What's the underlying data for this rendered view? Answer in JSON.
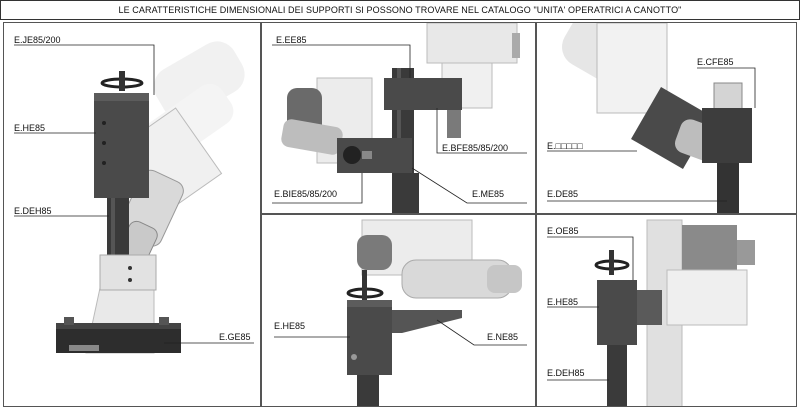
{
  "header": {
    "text": "LE CARATTERISTICHE DIMENSIONALI DEI SUPPORTI SI POSSONO TROVARE NEL CATALOGO \"UNITA' OPERATRICI A CANOTTO\""
  },
  "panels": [
    {
      "labels": [
        "E.JE85/200",
        "E.HE85",
        "E.DEH85",
        "E.GE85"
      ]
    },
    {
      "labels": [
        "E.EE85",
        "E.BFE85/85/200",
        "E.BIE85/85/200",
        "E.ME85"
      ]
    },
    {
      "labels": [
        "E.CFE85",
        "E.□□□□□",
        "E.DE85"
      ]
    },
    {
      "labels": [
        "E.HE85",
        "E.NE85"
      ]
    },
    {
      "labels": [
        "E.OE85",
        "E.HE85",
        "E.DEH85"
      ]
    }
  ],
  "colors": {
    "column": "#3a3a3a",
    "block": "#4a4a4a",
    "machine_light": "#dcdcdc",
    "machine_dark": "#6e6e6e",
    "base": "#2d2d2d",
    "line": "#222222"
  }
}
